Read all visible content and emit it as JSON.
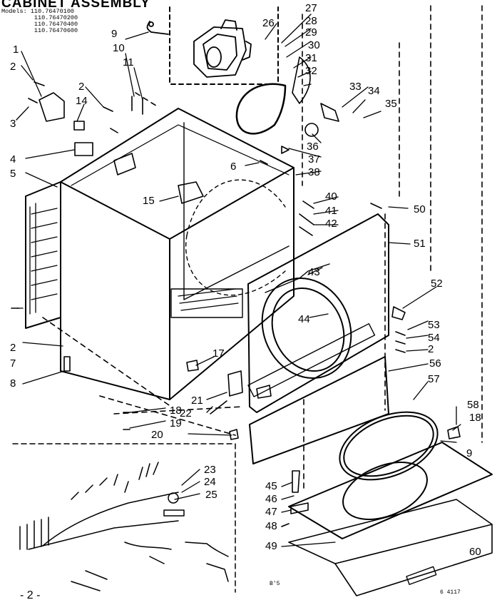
{
  "title": "CABINET ASSEMBLY",
  "models_label": "Models:",
  "models": [
    "110.76470100",
    "110.76470200",
    "110.76470400",
    "110.76470600"
  ],
  "page_number": "- 2 -",
  "footer_left": "B'5",
  "footer_right": "6 4117",
  "callouts": [
    "1",
    "2",
    "3",
    "2",
    "14",
    "4",
    "5",
    "9",
    "10",
    "11",
    "2",
    "7",
    "8",
    "15",
    "6",
    "26",
    "27",
    "28",
    "29",
    "30",
    "31",
    "32",
    "33",
    "34",
    "35",
    "36",
    "37",
    "38",
    "40",
    "41",
    "42",
    "43",
    "44",
    "50",
    "51",
    "52",
    "53",
    "54",
    "2",
    "56",
    "57",
    "58",
    "18",
    "9",
    "17",
    "21",
    "22",
    "18",
    "19",
    "20",
    "23",
    "24",
    "25",
    "45",
    "46",
    "47",
    "48",
    "49",
    "60"
  ]
}
